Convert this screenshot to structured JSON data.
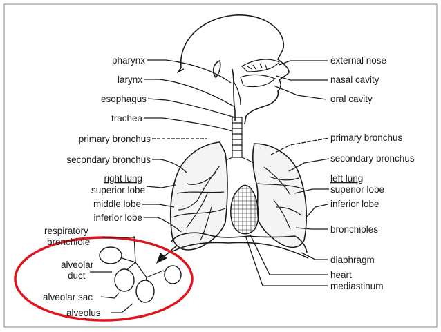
{
  "labels_left": {
    "pharynx": "pharynx",
    "larynx": "larynx",
    "esophagus": "esophagus",
    "trachea": "trachea",
    "primary_bronchus": "primary bronchus",
    "secondary_bronchus": "secondary bronchus",
    "right_lung": "right lung",
    "superior_lobe": "superior lobe",
    "middle_lobe": "middle lobe",
    "inferior_lobe": "inferior lobe",
    "respiratory_bronchiole_1": "respiratory",
    "respiratory_bronchiole_2": "bronchiole",
    "alveolar_duct_1": "alveolar",
    "alveolar_duct_2": "duct",
    "alveolar_sac": "alveolar sac",
    "alveolus": "alveolus"
  },
  "labels_right": {
    "external_nose": "external nose",
    "nasal_cavity": "nasal cavity",
    "oral_cavity": "oral cavity",
    "primary_bronchus": "primary bronchus",
    "secondary_bronchus": "secondary bronchus",
    "left_lung": "left lung",
    "superior_lobe": "superior lobe",
    "inferior_lobe": "inferior lobe",
    "bronchioles": "bronchioles",
    "diaphragm": "diaphragm",
    "heart": "heart",
    "mediastinum": "mediastinum"
  },
  "colors": {
    "highlight_ellipse": "#e0141e",
    "frame_border": "#9a9a9a",
    "ink": "#1a1a1a"
  }
}
